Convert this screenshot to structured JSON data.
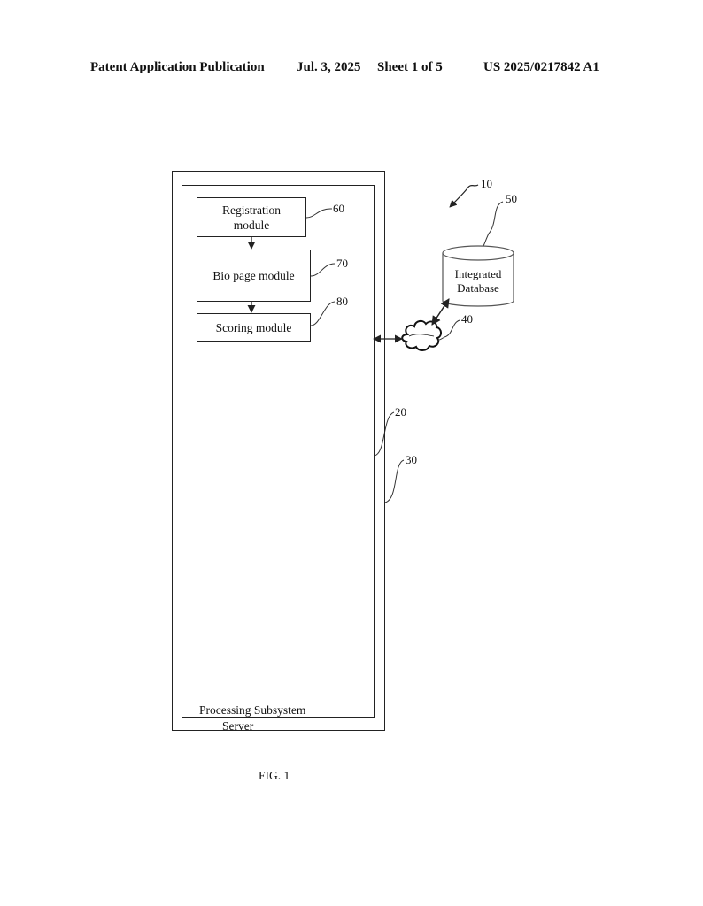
{
  "header": {
    "publication": "Patent Application Publication",
    "date": "Jul. 3, 2025",
    "sheet": "Sheet 1 of 5",
    "number": "US 2025/0217842 A1"
  },
  "diagram": {
    "modules": {
      "registration": "Registration module",
      "bio_page": "Bio page module",
      "scoring": "Scoring module"
    },
    "database": "Integrated Database",
    "processing_subsystem": "Processing Subsystem",
    "server": "Server",
    "refs": {
      "system": "10",
      "database": "50",
      "registration": "60",
      "bio_page": "70",
      "scoring": "80",
      "network": "40",
      "processing_subsystem": "20",
      "server": "30"
    }
  },
  "figure": {
    "label": "FIG. 1"
  }
}
